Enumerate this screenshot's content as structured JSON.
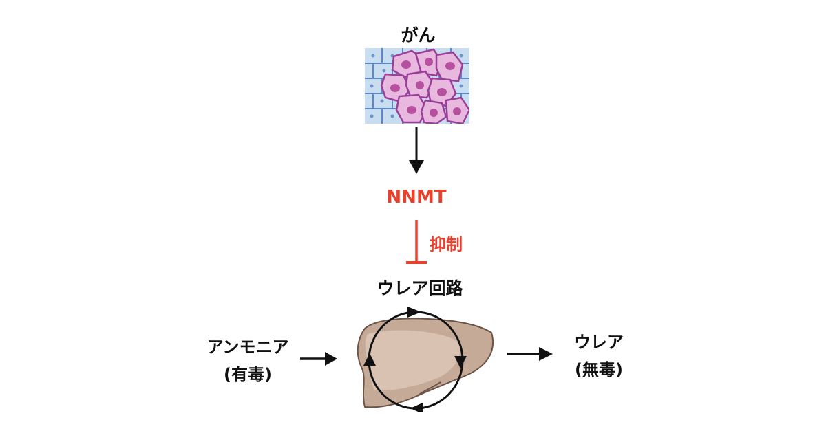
{
  "cancer": {
    "label": "がん"
  },
  "nnmt": {
    "label": "NNMT",
    "color": "#e8412e"
  },
  "inhibition": {
    "label": "抑制",
    "color": "#e8412e"
  },
  "urea_cycle": {
    "label": "ウレア回路"
  },
  "input": {
    "name": "アンモニア",
    "note": "(有毒)"
  },
  "output": {
    "name": "ウレア",
    "note": "(無毒)"
  },
  "icons": {
    "cancer": "cancer-tissue-icon",
    "liver": "liver-icon",
    "cycle": "cycle-arrows-icon"
  }
}
